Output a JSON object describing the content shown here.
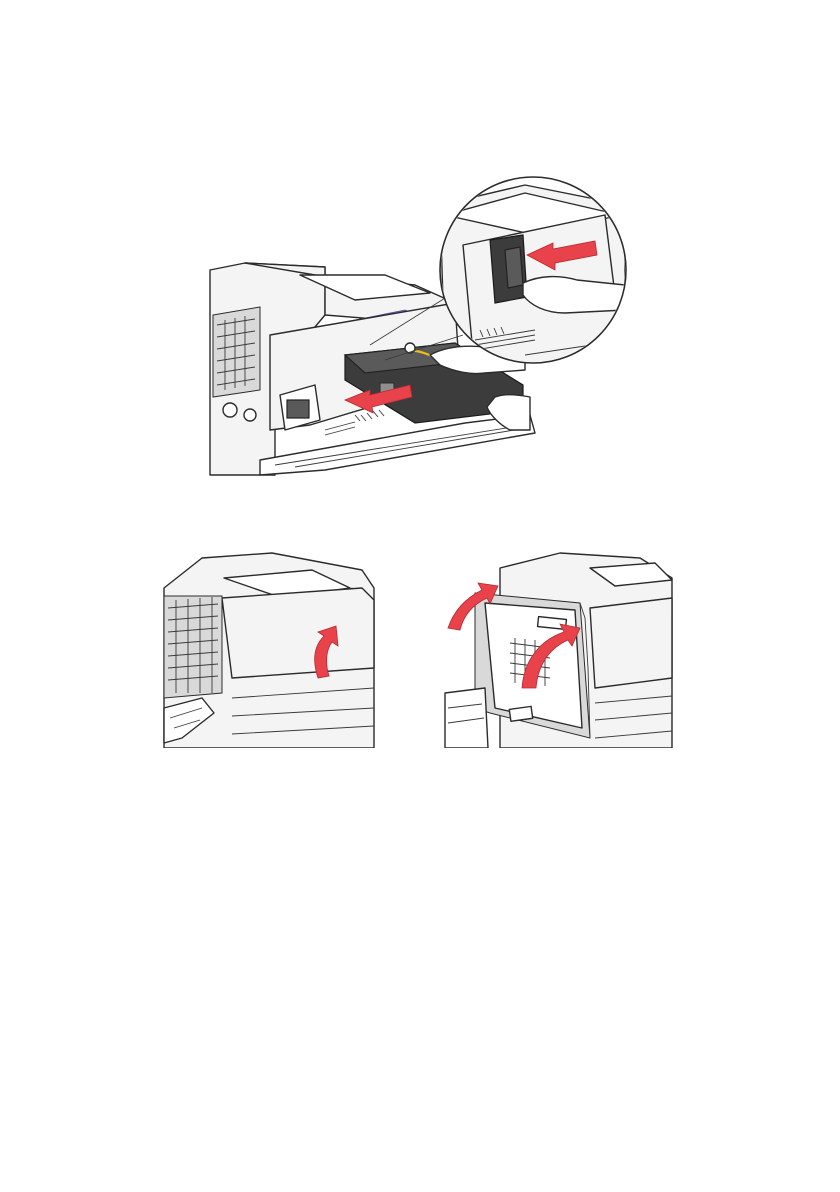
{
  "page": {
    "figures": [
      {
        "id": "fig-main",
        "description_icon": "printer-install-cartridge-illustration"
      },
      {
        "id": "fig-left",
        "description_icon": "printer-close-top-cover-illustration"
      },
      {
        "id": "fig-right",
        "description_icon": "printer-close-side-door-illustration"
      }
    ],
    "colors": {
      "arrow": "#e8424a",
      "accent_panel": "#7a78c8",
      "cartridge": "#5a5a5a",
      "line": "#2b2b2b"
    }
  }
}
